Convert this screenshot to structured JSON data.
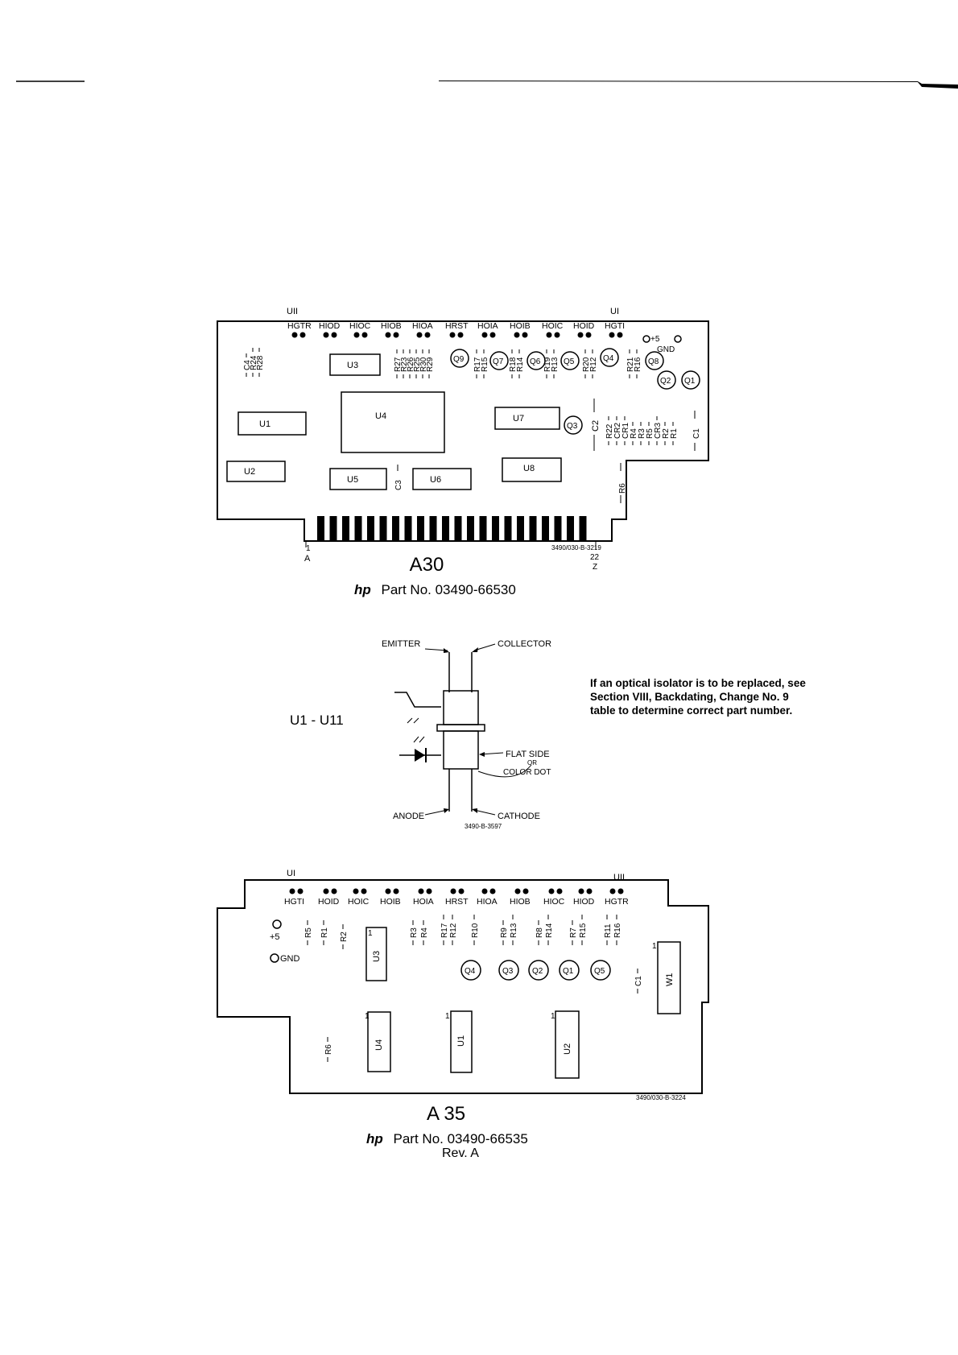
{
  "a30": {
    "corner_labels": [
      "UII",
      "UI"
    ],
    "top_pads": [
      "HGTR",
      "HIOD",
      "HIOC",
      "HIOB",
      "HIOA",
      "HRST",
      "HOIA",
      "HOIB",
      "HOIC",
      "HOID",
      "HGTI"
    ],
    "power": [
      "+5",
      "GND"
    ],
    "resistors_left": [
      "C4",
      "R24",
      "R28"
    ],
    "resistors_mid1": [
      "R27",
      "R23",
      "R26",
      "R25",
      "R30",
      "R29"
    ],
    "resistors_mid2": [
      "R17",
      "R15"
    ],
    "resistors_mid3": [
      "R18",
      "R14"
    ],
    "resistors_mid4": [
      "R19",
      "R13"
    ],
    "resistors_mid5": [
      "R20",
      "R12"
    ],
    "resistors_mid6": [
      "R21",
      "R16"
    ],
    "resistors_right": [
      "R22",
      "CR2",
      "CR1",
      "R4",
      "R3",
      "R5",
      "CR3",
      "R2",
      "R1"
    ],
    "transistors": [
      "Q9",
      "Q7",
      "Q6",
      "Q5",
      "Q4",
      "Q8",
      "Q2",
      "Q1",
      "Q3"
    ],
    "chips": [
      "U3",
      "U4",
      "U1",
      "U7",
      "U2",
      "U5",
      "U6",
      "U8"
    ],
    "caps": [
      "C2",
      "C3",
      "C1",
      "R6"
    ],
    "edge_left_num": "1",
    "edge_left_letter": "A",
    "edge_right_num": "22",
    "edge_right_letter": "Z",
    "drawing_no": "3490/030-B-3219",
    "title": "A30",
    "part_prefix": "hp",
    "part_text": "Part No. 03490-66530"
  },
  "isolator": {
    "label": "U1 - U11",
    "emitter": "EMITTER",
    "collector": "COLLECTOR",
    "anode": "ANODE",
    "cathode": "CATHODE",
    "flat_side": "FLAT SIDE",
    "or": "OR",
    "color_dot": "COLOR DOT",
    "drawing_no": "3490-B-3597",
    "note_line1": "If an optical isolator is to be replaced, see",
    "note_line2": "Section VIII, Backdating, Change No. 9",
    "note_line3": "table to determine correct part number."
  },
  "a35": {
    "corner_labels": [
      "UI",
      "UII"
    ],
    "top_pads": [
      "HGTI",
      "HOID",
      "HOIC",
      "HOIB",
      "HOIA",
      "HRST",
      "HIOA",
      "HIOB",
      "HIOC",
      "HIOD",
      "HGTR"
    ],
    "power": [
      "+5",
      "GND"
    ],
    "resistors": [
      "R5",
      "R1",
      "R2",
      "R3",
      "R4",
      "R17",
      "R12",
      "R10",
      "R9",
      "R13",
      "R8",
      "R14",
      "R7",
      "R15",
      "R11",
      "R16",
      "R6",
      "C1"
    ],
    "transistors": [
      "Q4",
      "Q3",
      "Q2",
      "Q1",
      "Q5"
    ],
    "chips": [
      "U3",
      "U4",
      "U1",
      "U2",
      "W1"
    ],
    "pin_one": "1",
    "drawing_no": "3490/030-B-3224",
    "title": "A 35",
    "part_prefix": "hp",
    "part_text": "Part No. 03490-66535",
    "rev": "Rev. A"
  }
}
